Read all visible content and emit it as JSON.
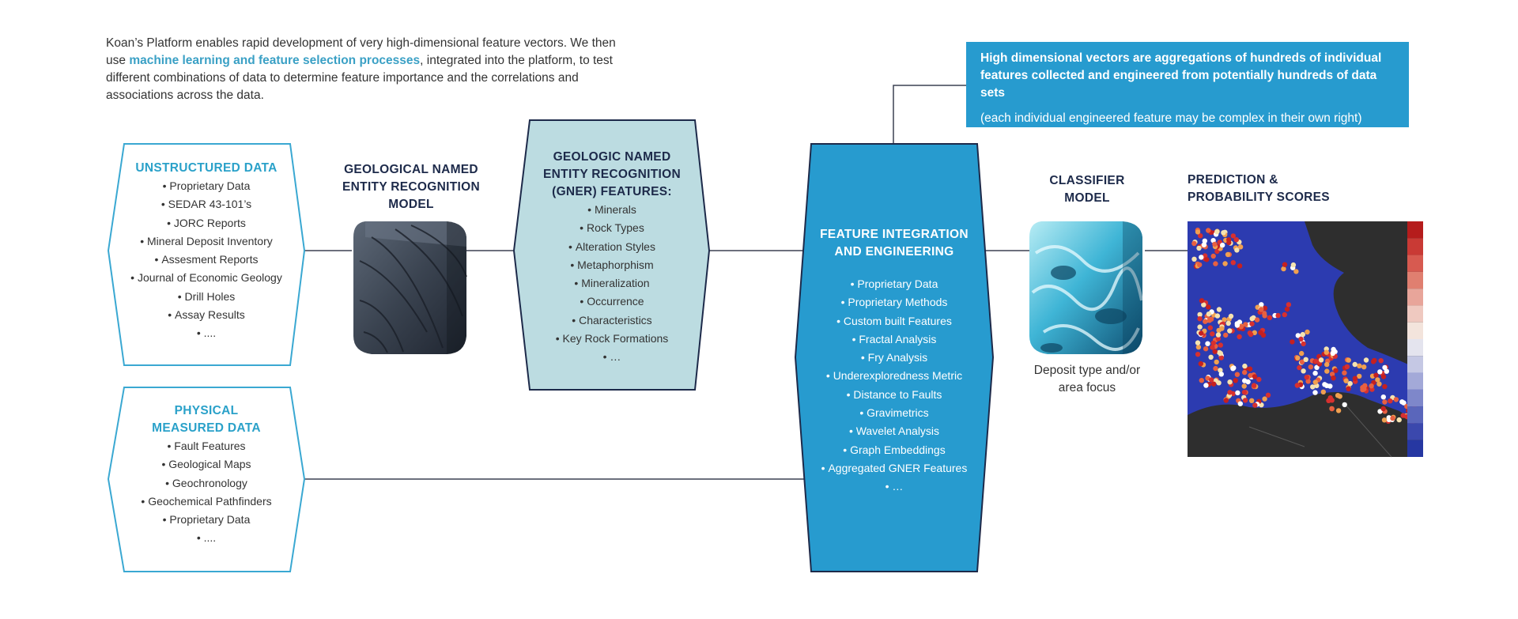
{
  "intro": {
    "part1": "Koan’s Platform enables rapid development of very high-dimensional feature vectors. We then use ",
    "highlight": "machine learning and feature selection processes",
    "part2": ", integrated into the platform, to test different combinations of data to determine feature importance and the correlations and associations across the data."
  },
  "callout": {
    "bold": "High dimensional vectors are aggregations of hundreds of individual features collected and engineered from potentially hundreds of data sets",
    "normal": "(each individual engineered feature may be complex in their own right)"
  },
  "unstructured": {
    "title": "UNSTRUCTURED DATA",
    "items": [
      "Proprietary Data",
      "SEDAR 43-101’s",
      "JORC Reports",
      "Mineral Deposit Inventory",
      "Assesment Reports",
      "Journal of Economic Geology",
      "Drill Holes",
      "Assay Results",
      "...."
    ]
  },
  "physical": {
    "title_line1": "PHYSICAL",
    "title_line2": "MEASURED DATA",
    "items": [
      "Fault Features",
      "Geological Maps",
      "Geochronology",
      "Geochemical Pathfinders",
      "Proprietary Data",
      "...."
    ]
  },
  "gner_model": {
    "line1": "GEOLOGICAL NAMED",
    "line2": "ENTITY RECOGNITION",
    "line3": "MODEL"
  },
  "gner_features": {
    "line1": "GEOLOGIC NAMED",
    "line2": "ENTITY RECOGNITION",
    "line3": "(GNER) FEATURES:",
    "items": [
      "Minerals",
      "Rock Types",
      "Alteration Styles",
      "Metaphorphism",
      "Mineralization",
      "Occurrence",
      "Characteristics",
      "Key Rock Formations",
      "…"
    ]
  },
  "feature_integration": {
    "line1": "FEATURE INTEGRATION",
    "line2": "AND ENGINEERING",
    "items": [
      "Proprietary Data",
      "Proprietary Methods",
      "Custom built Features",
      "Fractal Analysis",
      "Fry Analysis",
      "Underexploredness Metric",
      "Distance to Faults",
      "Gravimetrics",
      "Wavelet Analysis",
      "Graph Embeddings",
      "Aggregated GNER Features",
      "…"
    ]
  },
  "classifier": {
    "line1": "CLASSIFIER",
    "line2": "MODEL",
    "caption_line1": "Deposit type and/or",
    "caption_line2": "area focus"
  },
  "prediction": {
    "line1": "PREDICTION &",
    "line2": "PROBABILITY SCORES"
  },
  "colors": {
    "accent_blue": "#279bcf",
    "light_blue_outline": "#3aa8d2",
    "navy": "#1d2a4a",
    "light_teal_fill": "#bcdce1",
    "map_ocean": "#2c3bb0",
    "map_land": "#2e2e2e"
  },
  "legend_scale": [
    "#b51c1c",
    "#c93a35",
    "#d75a50",
    "#e07f70",
    "#e8a59a",
    "#efc9c0",
    "#f3e4dc",
    "#e4e4ee",
    "#c5c8e4",
    "#a3a9d8",
    "#7e87ca",
    "#5a66bb",
    "#3b48ad",
    "#2637a2"
  ]
}
